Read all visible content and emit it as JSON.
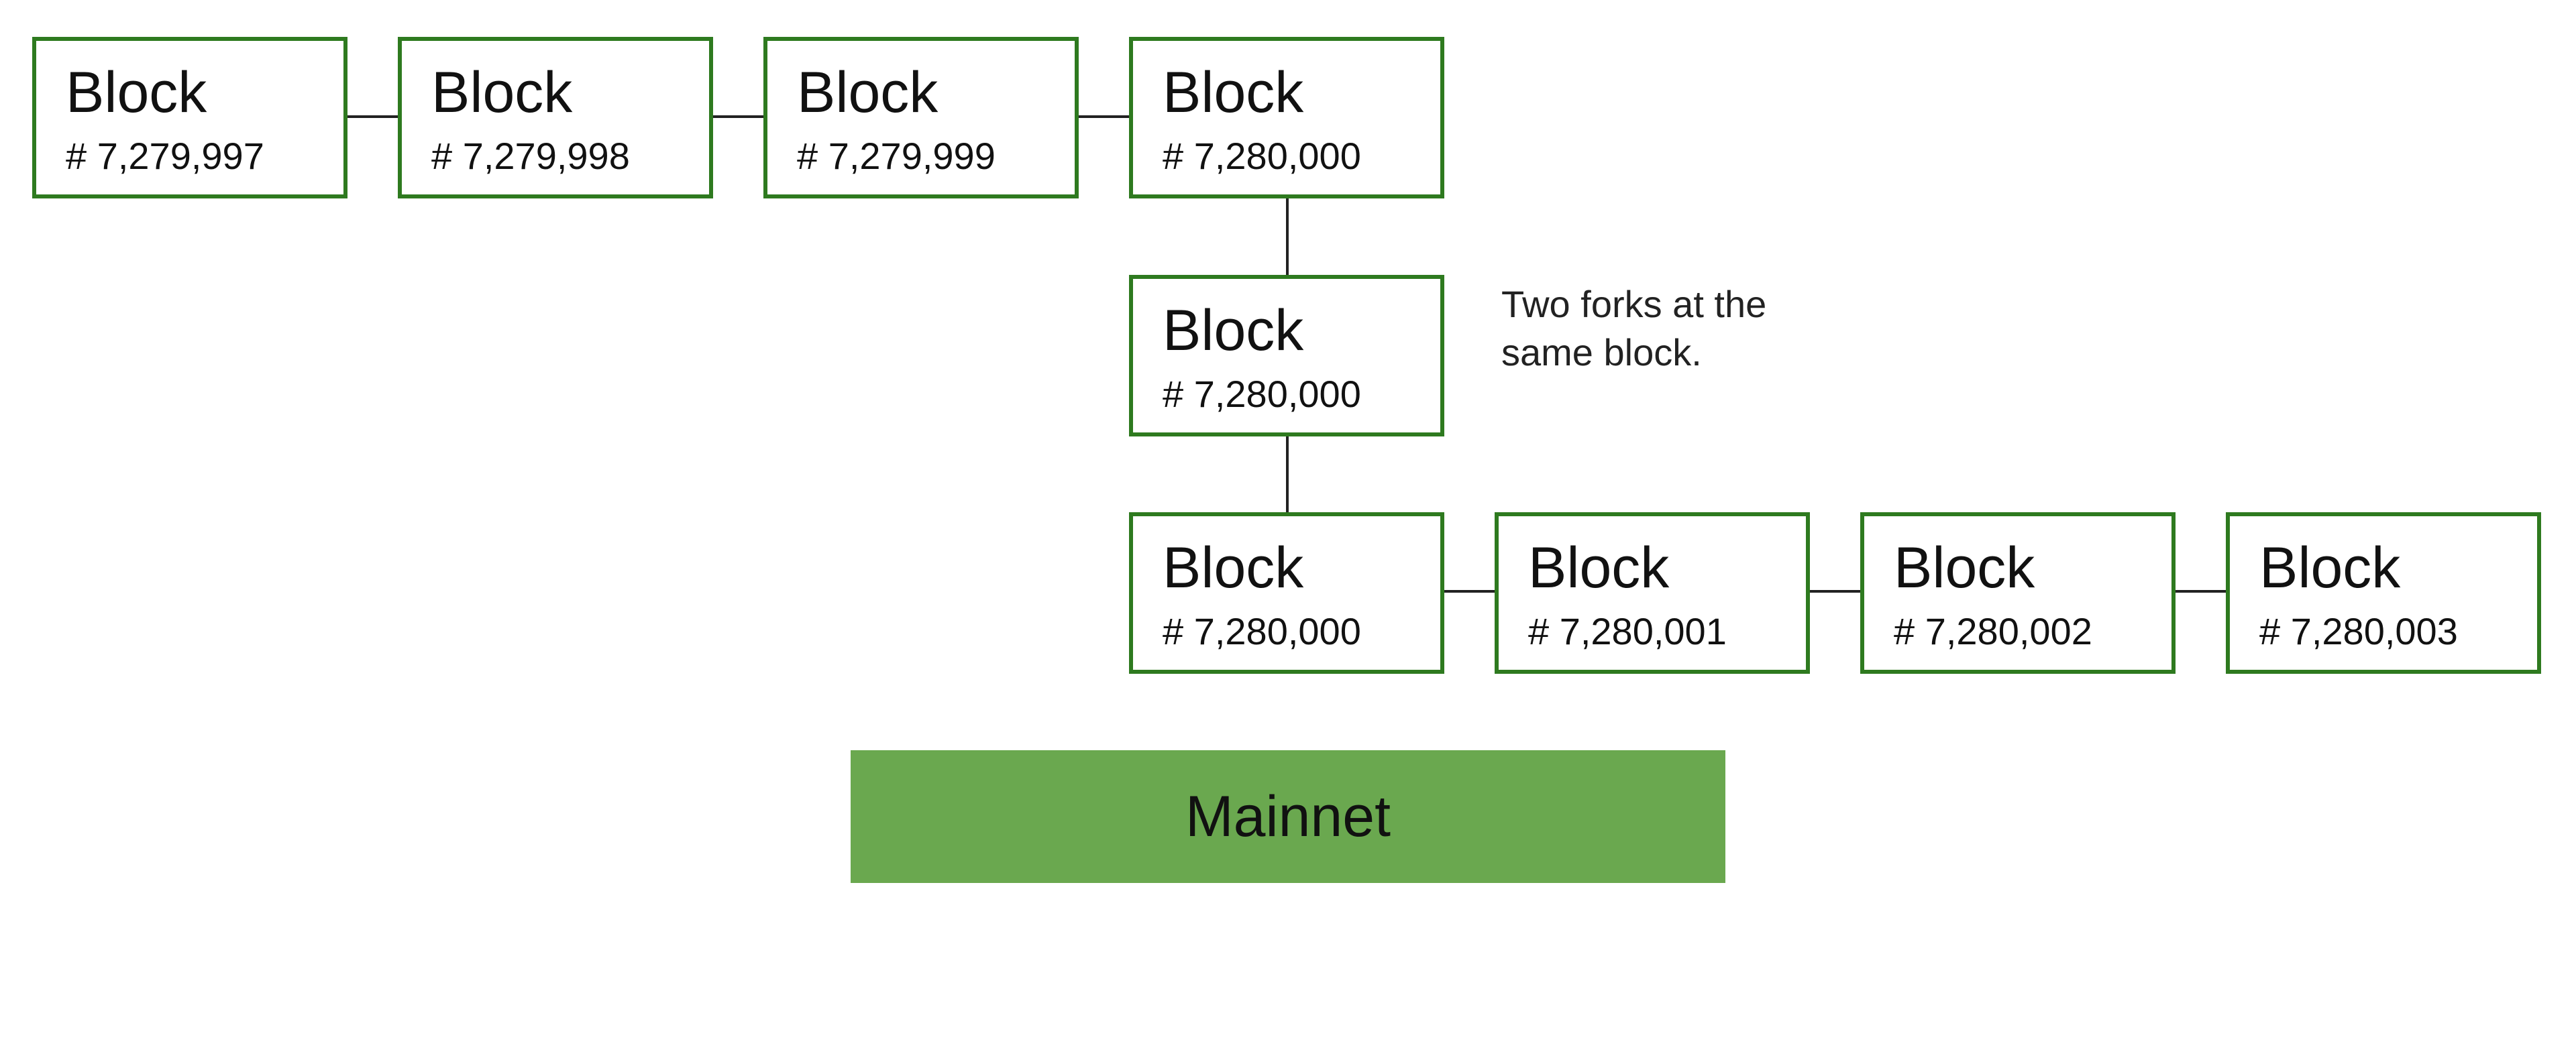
{
  "block_label": "Block",
  "chain_top": [
    {
      "number": "# 7,279,997"
    },
    {
      "number": "# 7,279,998"
    },
    {
      "number": "# 7,279,999"
    },
    {
      "number": "# 7,280,000"
    }
  ],
  "fork_middle": {
    "number": "# 7,280,000"
  },
  "chain_bottom": [
    {
      "number": "# 7,280,000"
    },
    {
      "number": "# 7,280,001"
    },
    {
      "number": "# 7,280,002"
    },
    {
      "number": "# 7,280,003"
    }
  ],
  "annotation": "Two forks at the same block.",
  "network_label": "Mainnet",
  "colors": {
    "block_border": "#2e7a1f",
    "network_fill": "#6aa84f",
    "connector": "#222222"
  }
}
